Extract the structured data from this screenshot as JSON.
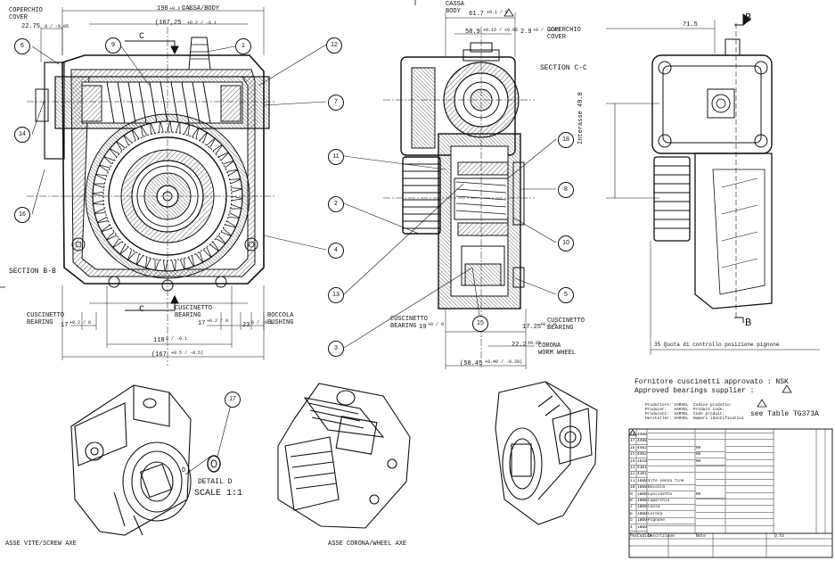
{
  "labels": {
    "coperchio_cover_left": "COPERCHIO\nCOVER",
    "dim_22_75": "22.75",
    "dim_22_75_tol": "0 / -0.05",
    "dim_198": "198",
    "dim_198_tol": "+0.3 / 0",
    "cassa_body_top": "CASSA/BODY",
    "dim_167_25_top": "(167,25",
    "dim_167_25_top_tol": "+0.2 / -0.1",
    "section_c_top": "C",
    "section_c_bottom": "C",
    "section_b_b": "SECTION B-B",
    "cuscinetto_bearing_left": "CUSCINETTO\nBEARING",
    "dim_17_left": "17",
    "dim_17_left_tol": "+0.2 / 0",
    "cuscinetto_bearing_center": "CUSCINETTO\nBEARING",
    "dim_17_center": "17",
    "dim_17_center_tol": "+0.2 / 0",
    "dim_23": "23",
    "dim_23_tol": "0 / -0.1",
    "boccola_bushing": "BOCCOLA\nBUSHING",
    "dim_118": "118",
    "dim_118_tol": "0 / -0.1",
    "dim_167_bottom": "(167",
    "dim_167_bottom_tol": "+0.5 / -0.5)",
    "cassa_body_mid": "CASSA\nBODY",
    "dim_61_7": "61.7",
    "dim_61_7_tol": "+0.1 / 0",
    "dim_58_9": "58.9",
    "dim_58_9_tol": "+0.15 / +0.05",
    "dim_2_9": "2.9",
    "dim_2_9_tol": "+0 / -0.02",
    "coperchio_cover_mid": "COPERCHIO\nCOVER",
    "section_c_c": "SECTION C-C",
    "cuscinetto_bearing_mid_left": "CUSCINETTO\nBEARING",
    "dim_19": "19",
    "dim_19_tol": "+0 / 0",
    "dim_17_25": "17.25",
    "dim_17_25_tol": "+0 / 0",
    "cuscinetto_bearing_mid_right": "CUSCINETTO\nBEARING",
    "dim_22_2": "22.2",
    "dim_22_2_tol": "±0.05",
    "corona_worm_wheel": "CORONA\nWORM WHEEL",
    "dim_58_45": "(58.45",
    "dim_58_45_tol": "+0.40 / -0.20)",
    "dim_71_5": "71.5",
    "section_b_top": "B",
    "section_b_bottom": "B",
    "interasse": "Interasse 49.8",
    "quota_controllo": "35 Quota di controllo posizione pignone",
    "fornitore": "Fornitore cuscinetti approvato : NSK",
    "approved_supplier": "Approved bearings supplier :",
    "see_table": "see Table TG373A",
    "detail_d": "DETAIL D",
    "scale": "SCALE 1:1",
    "detail_letter": "D",
    "asse_vite": "ASSE VITE/SCREW AXE",
    "asse_corona": "ASSE CORONA/WHEEL AXE",
    "produttore_lines": "Produttore: VARVEL  Codice prodotto:\nProducer:   VARVEL  Product code:\nProducent:  VARVEL  Code produit:\nHersteller: VARVEL  Numeri identificativi"
  },
  "balloons": [
    "1",
    "6",
    "9",
    "12",
    "7",
    "14",
    "16",
    "4",
    "11",
    "2",
    "13",
    "3",
    "18",
    "8",
    "10",
    "5",
    "15",
    "17"
  ],
  "bom_rows": [
    [
      "18",
      "4408",
      "",
      "",
      ""
    ],
    [
      "17",
      "4408",
      "",
      "",
      ""
    ],
    [
      "16",
      "4402",
      "",
      "NA",
      ""
    ],
    [
      "15",
      "4402",
      "",
      "NA",
      ""
    ],
    [
      "14",
      "1010",
      "",
      "NA",
      ""
    ],
    [
      "13",
      "4301",
      "",
      "",
      ""
    ],
    [
      "12",
      "4301",
      "",
      "",
      ""
    ],
    [
      "11",
      "1000",
      "Vite senza fine",
      "",
      ""
    ],
    [
      "10",
      "1000",
      "Boccola",
      "",
      ""
    ],
    [
      "9",
      "1000",
      "Cuscinetto",
      "NA",
      ""
    ],
    [
      "8",
      "1000",
      "Coperchio",
      "",
      ""
    ],
    [
      "7",
      "1000",
      "Cassa",
      "",
      ""
    ],
    [
      "6",
      "1000",
      "Corona",
      "",
      ""
    ],
    [
      "5",
      "1000",
      "Pignone",
      "",
      ""
    ],
    [
      "4",
      "1000",
      "",
      "",
      ""
    ]
  ],
  "bom_header": [
    "Pos",
    "Codice",
    "Descrizione",
    "Note",
    "Q.tà"
  ]
}
